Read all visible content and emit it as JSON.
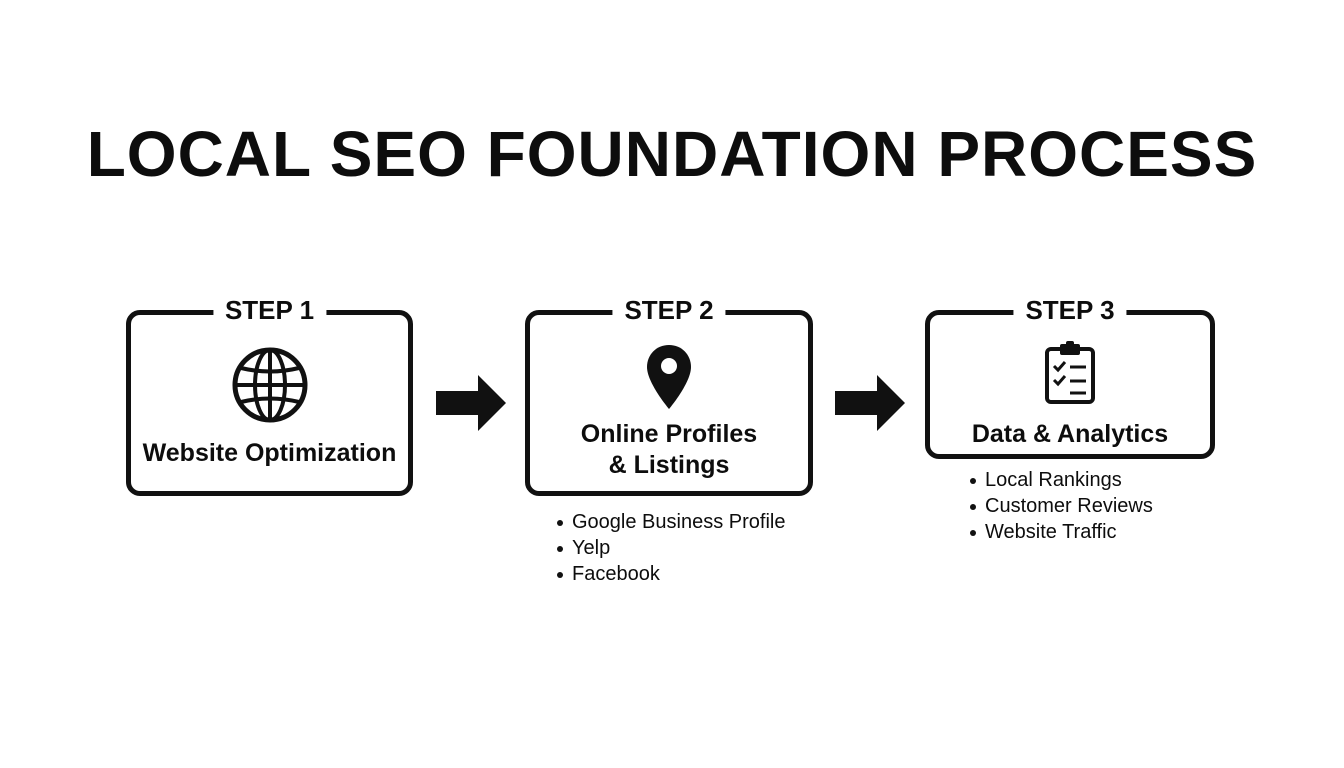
{
  "title": "LOCAL SEO FOUNDATION PROCESS",
  "steps": [
    {
      "label": "STEP 1",
      "name": "Website Optimization",
      "icon": "globe-icon",
      "bullets": []
    },
    {
      "label": "STEP 2",
      "name": "Online Profiles\n& Listings",
      "icon": "map-pin-icon",
      "bullets": [
        "Google Business Profile",
        "Yelp",
        "Facebook"
      ]
    },
    {
      "label": "STEP 3",
      "name": "Data & Analytics",
      "icon": "clipboard-checklist-icon",
      "bullets": [
        "Local Rankings",
        "Customer Reviews",
        "Website Traffic"
      ]
    }
  ],
  "connectors": [
    "arrow-right-icon",
    "arrow-right-icon"
  ],
  "colors": {
    "ink": "#111111",
    "background": "#ffffff"
  }
}
